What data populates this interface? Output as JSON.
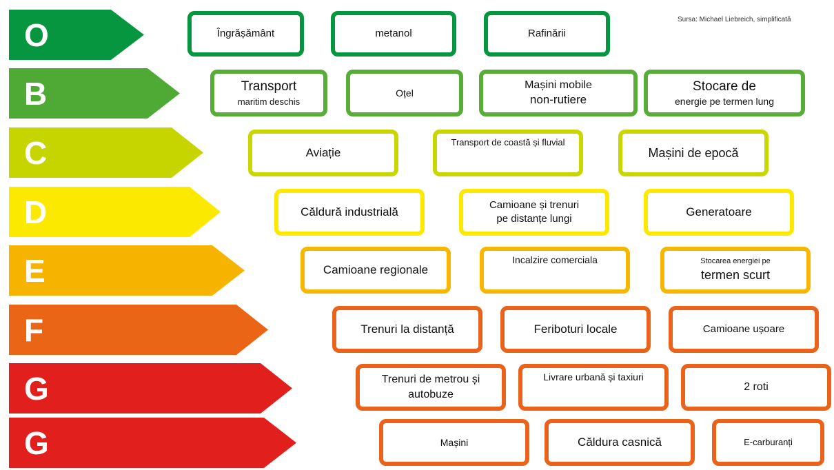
{
  "source_note": "Sursa: Michael Liebreich, simplificată",
  "rows": [
    {
      "letter": "O",
      "color": "#05963f",
      "items": [
        {
          "lines": [
            "Îngrășământ"
          ],
          "sizes": [
            15
          ]
        },
        {
          "lines": [
            "metanol"
          ],
          "sizes": [
            15
          ]
        },
        {
          "lines": [
            "Rafinării"
          ],
          "sizes": [
            15
          ]
        }
      ]
    },
    {
      "letter": "B",
      "color": "#4eaa35",
      "items": [
        {
          "lines": [
            "Transport",
            "maritim deschis"
          ],
          "sizes": [
            19,
            13
          ]
        },
        {
          "lines": [
            "Oțel"
          ],
          "sizes": [
            14
          ]
        },
        {
          "lines": [
            "Mașini mobile",
            "non-rutiere"
          ],
          "sizes": [
            16,
            17
          ]
        },
        {
          "lines": [
            "Stocare de",
            "energie pe termen lung"
          ],
          "sizes": [
            19,
            14
          ]
        }
      ]
    },
    {
      "letter": "C",
      "color": "#c6d400",
      "items": [
        {
          "lines": [
            "Aviație"
          ],
          "sizes": [
            17
          ]
        },
        {
          "lines": [
            "Transport de coastă și fluvial"
          ],
          "sizes": [
            13
          ]
        },
        {
          "lines": [
            "Mașini de epocă"
          ],
          "sizes": [
            18
          ]
        }
      ]
    },
    {
      "letter": "D",
      "color": "#fbe900",
      "items": [
        {
          "lines": [
            "Căldură industrială"
          ],
          "sizes": [
            17
          ]
        },
        {
          "lines": [
            "Camioane și trenuri",
            "pe distanțe lungi"
          ],
          "sizes": [
            15,
            15
          ]
        },
        {
          "lines": [
            "Generatoare"
          ],
          "sizes": [
            17
          ]
        }
      ]
    },
    {
      "letter": "E",
      "color": "#f6b400",
      "items": [
        {
          "lines": [
            "Camioane regionale"
          ],
          "sizes": [
            17
          ]
        },
        {
          "lines": [
            "Incalzire comerciala"
          ],
          "sizes": [
            14
          ]
        },
        {
          "lines": [
            "Stocarea energiei pe",
            "termen scurt"
          ],
          "sizes": [
            11,
            18
          ]
        }
      ]
    },
    {
      "letter": "F",
      "color": "#ea6616",
      "items": [
        {
          "lines": [
            "Trenuri la distanță"
          ],
          "sizes": [
            17
          ]
        },
        {
          "lines": [
            "Feriboturi locale"
          ],
          "sizes": [
            17
          ]
        },
        {
          "lines": [
            "Camioane ușoare"
          ],
          "sizes": [
            15
          ]
        }
      ]
    },
    {
      "letter": "G",
      "color": "#e11f1c",
      "items": [
        {
          "lines": [
            "Trenuri de metrou și",
            "autobuze"
          ],
          "sizes": [
            16,
            16
          ]
        },
        {
          "lines": [
            "Livrare urbană și taxiuri"
          ],
          "sizes": [
            14
          ]
        },
        {
          "lines": [
            "2 roti"
          ],
          "sizes": [
            16
          ]
        }
      ]
    },
    {
      "letter": "G",
      "color": "#e11f1c",
      "items": [
        {
          "lines": [
            "Mașini"
          ],
          "sizes": [
            14
          ]
        },
        {
          "lines": [
            "Căldura casnică"
          ],
          "sizes": [
            17
          ]
        },
        {
          "lines": [
            "E-carburanți"
          ],
          "sizes": [
            13
          ]
        }
      ]
    }
  ],
  "box_border_colors": [
    "#069640",
    "#57ad38",
    "#c9d600",
    "#fde800",
    "#f6b700",
    "#e9631a",
    "#e9631a",
    "#e9631a"
  ]
}
